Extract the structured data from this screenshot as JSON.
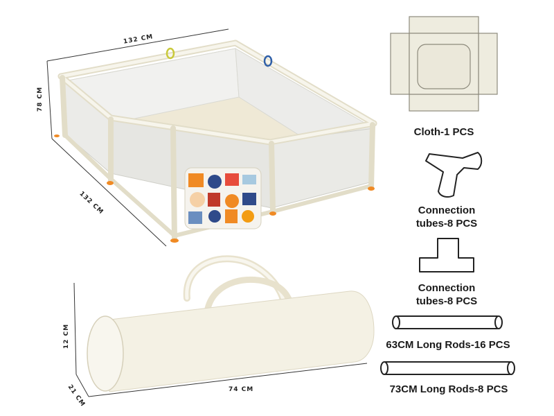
{
  "dimensions": {
    "width_top": "132 CM",
    "height": "78 CM",
    "depth": "132 CM",
    "bag_height": "12 CM",
    "bag_length": "74 CM",
    "bag_depth": "21 CM"
  },
  "parts": {
    "cloth": "Cloth-1 PCS",
    "tube_y_line1": "Connection",
    "tube_y_line2": "tubes-8 PCS",
    "tube_t_line1": "Connection",
    "tube_t_line2": "tubes-8 PCS",
    "rods_63": "63CM Long Rods-16 PCS",
    "rods_73": "73CM Long Rods-8 PCS"
  },
  "colors": {
    "cream": "#f4f1e4",
    "frame": "#ece8d6",
    "outline": "#2a2a2a",
    "accent_orange": "#f08a24",
    "accent_blue": "#2f5fa8"
  }
}
